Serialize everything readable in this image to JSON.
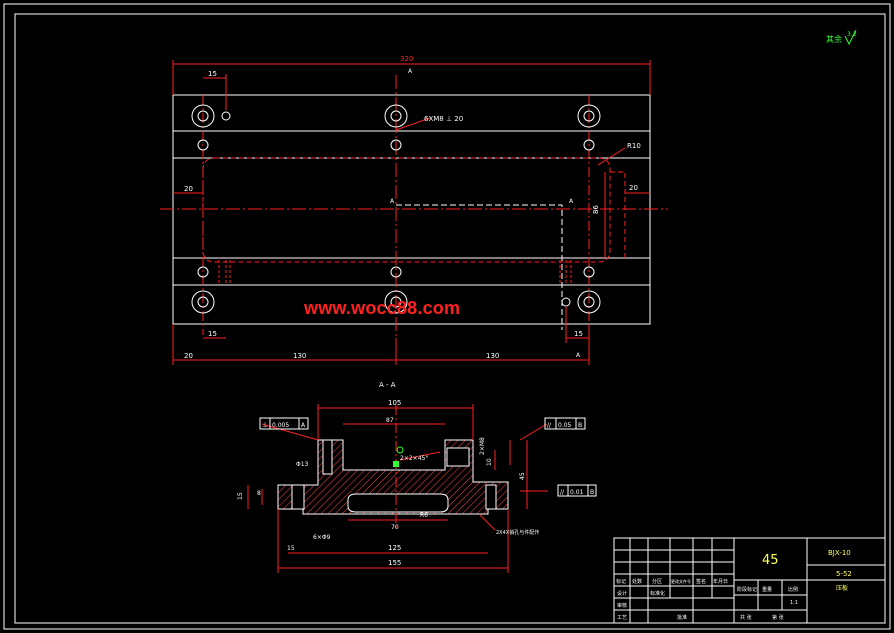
{
  "watermark": "www.wocc88.com",
  "roughness_note": "其余",
  "roughness_value": "3.2",
  "plan_view": {
    "dim_overall_width": "320",
    "dim_hole_offset_top": "15",
    "section_mark": "A",
    "callout_thread": "6XM8 ⊥ 20",
    "callout_radius": "R10",
    "dim_left_margin": "20",
    "dim_right_margin": "20",
    "dim_height": "86",
    "dim_bottom_left_margin": "20",
    "dim_bottom_left_offset": "15",
    "dim_bottom_right_offset": "15",
    "dim_pitch_left": "130",
    "dim_pitch_right": "130"
  },
  "section_view": {
    "title": "A - A",
    "dim_top_width": "105",
    "dim_inner_width": "87",
    "perpendicularity_symbol": "⊥",
    "perpendicularity_value": "0.005",
    "perpendicularity_datum": "A",
    "parallel_symbol_1": "//",
    "parallel_value_1": "0.05",
    "parallel_datum_1": "B",
    "parallel_symbol_2": "//",
    "parallel_value_2": "0.01",
    "parallel_datum_2": "B",
    "callout_chamfer": "2×2×45°",
    "callout_counterbore": "Φ13",
    "callout_hole": "6×Φ9",
    "callout_radius_small": "R6",
    "dim_mid_width": "70",
    "dim_left_height": "15",
    "dim_left_step": "8",
    "dim_right_height": "45",
    "dim_right_small": "10",
    "dim_bottom_offset": "15",
    "dim_bottom_125": "125",
    "dim_bottom_155": "155",
    "dim_vertical_right": "2×M8",
    "note_holes": "2X4X销孔与件配作"
  },
  "title_block": {
    "material": "45",
    "part_code": "BJX-10",
    "drawing_no": "5-52",
    "part_name": "压板",
    "scale": "1:1",
    "row_labels": [
      "标记",
      "处数",
      "分区",
      "更改文件号",
      "签名",
      "年月日"
    ],
    "labels_mid": [
      "阶段标记",
      "重量",
      "比例"
    ],
    "labels_left": [
      "设计",
      "审核",
      "工艺",
      "标准化",
      "批准"
    ],
    "sheet_total": "共 张",
    "sheet_no": "第 张"
  },
  "colors": {
    "border": "#ffffff",
    "outline": "#ffffff",
    "dimension": "#ff2020",
    "centerline": "#ff2020",
    "text_yellow": "#ffff40",
    "hatch": "#ff4040",
    "green": "#30ff30",
    "title_yellow": "#ffff60"
  }
}
